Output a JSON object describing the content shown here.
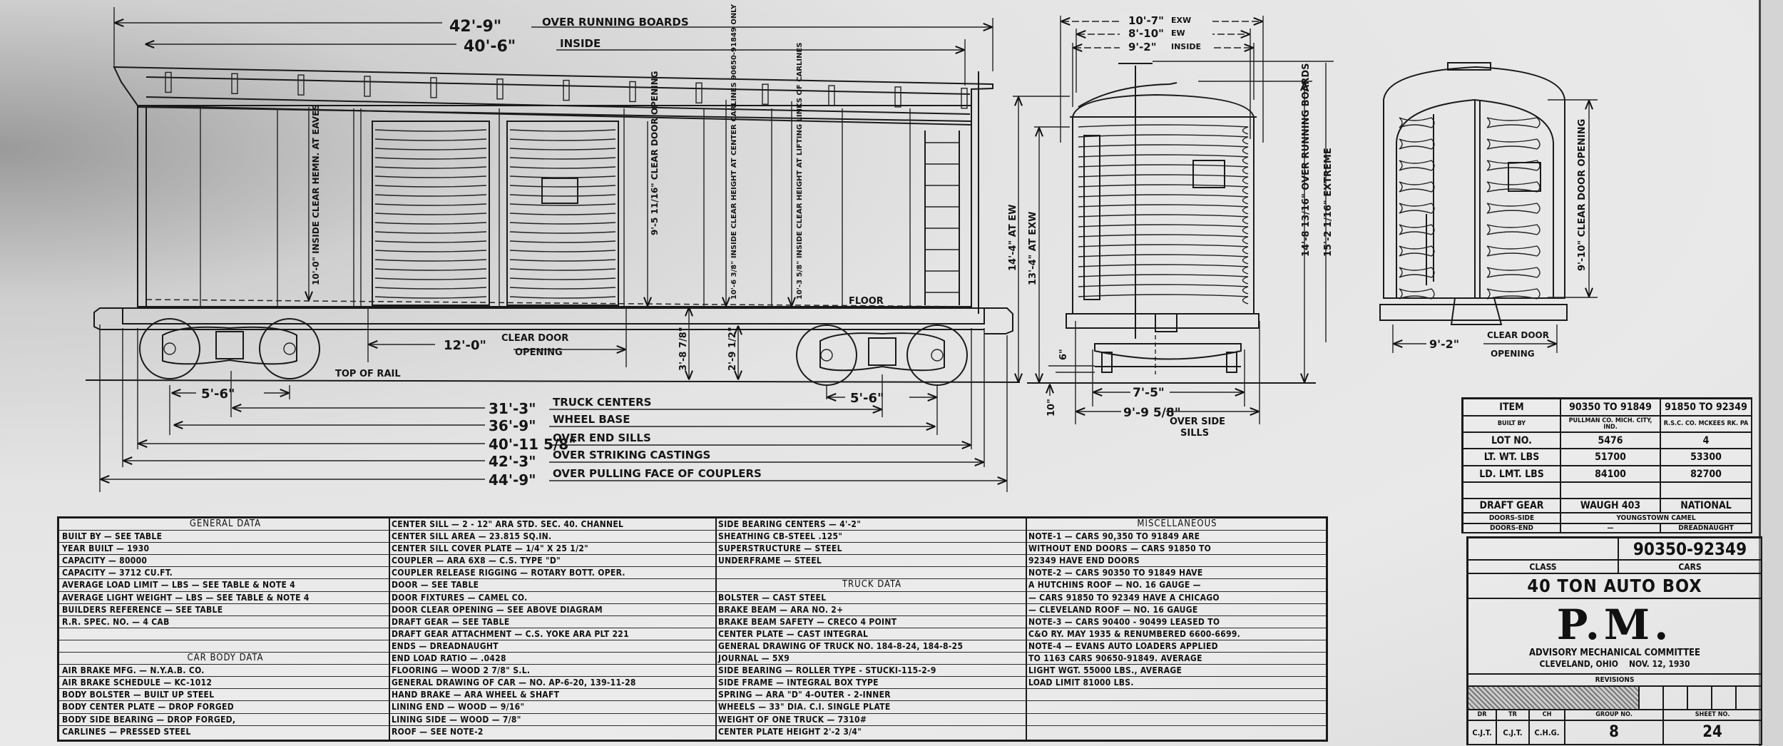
{
  "side_elevation": {
    "top_dims": [
      {
        "value": "42'-9\"",
        "label": "OVER RUNNING BOARDS"
      },
      {
        "value": "40'-6\"",
        "label": "INSIDE"
      }
    ],
    "bottom_dims": [
      {
        "value": "31'-3\"",
        "label": "TRUCK CENTERS"
      },
      {
        "value": "36'-9\"",
        "label": "WHEEL BASE"
      },
      {
        "value": "40'-11 5/8\"",
        "label": "OVER END SILLS"
      },
      {
        "value": "42'-3\"",
        "label": "OVER STRIKING CASTINGS"
      },
      {
        "value": "44'-9\"",
        "label": "OVER PULLING FACE OF COUPLERS"
      }
    ],
    "truck_wheelbase_left": "5'-6\"",
    "truck_wheelbase_right": "5'-6\"",
    "door_opening": {
      "value": "12'-0\"",
      "label1": "CLEAR DOOR",
      "label2": "OPENING"
    },
    "top_of_rail": "TOP OF RAIL",
    "floor": "FLOOR",
    "floor_height": "3'-8 7/8\"",
    "sill_height": "2'-9 1/2\"",
    "vertical_notes": [
      "10'-0\" INSIDE CLEAR HEMN. AT EAVES",
      "9'-5 11/16\" CLEAR DOOR OPENING",
      "10'-6 3/8\" INSIDE CLEAR HEIGHT AT CENTER CARLINES 90650-91849 ONLY",
      "10'-3 5/8\" INSIDE CLEAR HEIGHT AT LIFTING LINKS OF CARLINES"
    ]
  },
  "end_view": {
    "width_dims": [
      {
        "value": "10'-7\"",
        "label": "EXW"
      },
      {
        "value": "8'-10\"",
        "label": "EW"
      },
      {
        "value": "9'-2\"",
        "label": "INSIDE"
      }
    ],
    "height_dims": [
      "14'-4\" AT EW",
      "13'-4\" AT EXW",
      "14'-8 13/16\" OVER RUNNING BOARDS",
      "15'-2 1/16\" EXTREME"
    ],
    "truck_gauge": "7'-5\"",
    "side_sills": {
      "value": "9'-9 5/8\"",
      "label1": "OVER SIDE",
      "label2": "SILLS"
    },
    "small_dims": [
      "10\"",
      "6\""
    ]
  },
  "end_door_view": {
    "height": "9'-10\" CLEAR DOOR OPENING",
    "width": "9'-2\"",
    "width_label1": "CLEAR DOOR",
    "width_label2": "OPENING"
  },
  "general_table": {
    "columns": [
      [
        {
          "t": "GENERAL DATA",
          "h": true
        },
        {
          "t": "BUILT BY — SEE TABLE"
        },
        {
          "t": "YEAR BUILT — 1930"
        },
        {
          "t": "CAPACITY — 80000"
        },
        {
          "t": "CAPACITY — 3712 CU.FT."
        },
        {
          "t": "AVERAGE LOAD LIMIT — LBS — SEE TABLE & NOTE 4"
        },
        {
          "t": "AVERAGE LIGHT WEIGHT — LBS — SEE TABLE & NOTE 4"
        },
        {
          "t": "BUILDERS REFERENCE — SEE TABLE"
        },
        {
          "t": "R.R. SPEC. NO. — 4 CAB"
        },
        {
          "t": ""
        },
        {
          "t": ""
        },
        {
          "t": "CAR BODY DATA",
          "h": true
        },
        {
          "t": "AIR BRAKE MFG. — N.Y.A.B. CO."
        },
        {
          "t": "AIR BRAKE SCHEDULE — KC-1012"
        },
        {
          "t": "BODY BOLSTER — BUILT UP STEEL"
        },
        {
          "t": "BODY CENTER PLATE — DROP FORGED"
        },
        {
          "t": "BODY SIDE BEARING — DROP FORGED,"
        },
        {
          "t": "CARLINES — PRESSED STEEL"
        }
      ],
      [
        {
          "t": "CENTER SILL — 2 - 12\" ARA STD. SEC. 40. CHANNEL"
        },
        {
          "t": "CENTER SILL AREA — 23.815 SQ.IN."
        },
        {
          "t": "CENTER SILL COVER PLATE — 1/4\" X 25 1/2\""
        },
        {
          "t": "COUPLER — ARA 6X8 — C.S. TYPE \"D\""
        },
        {
          "t": "COUPLER RELEASE RIGGING — ROTARY BOTT. OPER."
        },
        {
          "t": "DOOR — SEE TABLE"
        },
        {
          "t": "DOOR FIXTURES — CAMEL CO."
        },
        {
          "t": "DOOR CLEAR OPENING — SEE ABOVE DIAGRAM"
        },
        {
          "t": "DRAFT GEAR — SEE TABLE"
        },
        {
          "t": "DRAFT GEAR ATTACHMENT — C.S. YOKE ARA PLT 221"
        },
        {
          "t": "ENDS — DREADNAUGHT"
        },
        {
          "t": "END LOAD RATIO — .0428"
        },
        {
          "t": "FLOORING — WOOD 2 7/8\" S.L."
        },
        {
          "t": "GENERAL DRAWING OF CAR — NO. AP-6-20, 139-11-28"
        },
        {
          "t": "HAND BRAKE — ARA WHEEL & SHAFT"
        },
        {
          "t": "LINING END — WOOD — 9/16\""
        },
        {
          "t": "LINING SIDE — WOOD — 7/8\""
        },
        {
          "t": "ROOF — SEE NOTE-2"
        }
      ],
      [
        {
          "t": "SIDE BEARING CENTERS — 4'-2\""
        },
        {
          "t": "SHEATHING    CB-STEEL .125\""
        },
        {
          "t": "SUPERSTRUCTURE — STEEL"
        },
        {
          "t": "UNDERFRAME — STEEL"
        },
        {
          "t": ""
        },
        {
          "t": "TRUCK DATA",
          "h": true
        },
        {
          "t": "BOLSTER — CAST STEEL"
        },
        {
          "t": "BRAKE BEAM — ARA NO. 2+"
        },
        {
          "t": "BRAKE BEAM SAFETY — CRECO 4 POINT"
        },
        {
          "t": "CENTER PLATE — CAST INTEGRAL"
        },
        {
          "t": "GENERAL DRAWING OF TRUCK NO. 184-8-24, 184-8-25"
        },
        {
          "t": "JOURNAL — 5X9"
        },
        {
          "t": "SIDE BEARING — ROLLER TYPE - STUCKI-115-2-9"
        },
        {
          "t": "SIDE FRAME — INTEGRAL BOX TYPE"
        },
        {
          "t": "SPRING — ARA \"D\" 4-OUTER - 2-INNER"
        },
        {
          "t": "WHEELS — 33\" DIA. C.I. SINGLE PLATE"
        },
        {
          "t": "WEIGHT OF ONE TRUCK — 7310#"
        },
        {
          "t": "CENTER PLATE HEIGHT 2'-2 3/4\""
        }
      ],
      [
        {
          "t": "MISCELLANEOUS",
          "h": true
        },
        {
          "t": "NOTE-1 — CARS 90,350 TO 91849 ARE"
        },
        {
          "t": "WITHOUT END DOORS — CARS 91850 TO"
        },
        {
          "t": "92349 HAVE END DOORS"
        },
        {
          "t": "NOTE-2 — CARS 90350 TO 91849 HAVE"
        },
        {
          "t": "A HUTCHINS ROOF — NO. 16 GAUGE —"
        },
        {
          "t": "— CARS 91850 TO 92349 HAVE A CHICAGO"
        },
        {
          "t": "— CLEVELAND ROOF — NO. 16 GAUGE"
        },
        {
          "t": "NOTE-3 — CARS 90400 - 90499 LEASED TO"
        },
        {
          "t": "C&O RY. MAY 1935 & RENUMBERED 6600-6699."
        },
        {
          "t": "NOTE-4 — EVANS AUTO LOADERS APPLIED"
        },
        {
          "t": "TO 1163 CARS 90650-91849. AVERAGE"
        },
        {
          "t": "LIGHT WGT. 55000 LBS., AVERAGE"
        },
        {
          "t": "LOAD LIMIT 81000 LBS."
        },
        {
          "t": ""
        },
        {
          "t": ""
        },
        {
          "t": ""
        },
        {
          "t": ""
        }
      ]
    ]
  },
  "item_table": {
    "rows": [
      [
        "ITEM",
        "90350 TO 91849",
        "91850 TO 92349"
      ],
      [
        "BUILT BY",
        "PULLMAN CO. MICH. CITY, IND.",
        "R.S.C. CO. MCKEES RK. PA"
      ],
      [
        "LOT NO.",
        "5476",
        "4"
      ],
      [
        "LT. WT. LBS",
        "51700",
        "53300"
      ],
      [
        "LD. LMT. LBS",
        "84100",
        "82700"
      ],
      [
        "",
        "",
        ""
      ],
      [
        "DRAFT GEAR",
        "WAUGH 403",
        "NATIONAL"
      ],
      [
        "DOORS-SIDE",
        "YOUNGSTOWN CAMEL",
        ""
      ],
      [
        "DOORS-END",
        "—",
        "DREADNAUGHT"
      ]
    ]
  },
  "title_block": {
    "class_label": "CLASS",
    "cars_label": "CARS",
    "cars": "90350-92349",
    "car_type": "40 TON AUTO BOX",
    "railroad": "P.M.",
    "committee": "ADVISORY MECHANICAL COMMITTEE",
    "location": "CLEVELAND, OHIO",
    "date": "NOV. 12, 1930",
    "revisions_label": "REVISIONS",
    "signoff_labels": [
      "DR",
      "TR",
      "CH"
    ],
    "signoff_values": [
      "C.J.T.",
      "C.J.T.",
      "C.H.G."
    ],
    "group_label": "GROUP NO.",
    "group_no": "8",
    "sheet_label": "SHEET NO.",
    "sheet_no": "24"
  }
}
